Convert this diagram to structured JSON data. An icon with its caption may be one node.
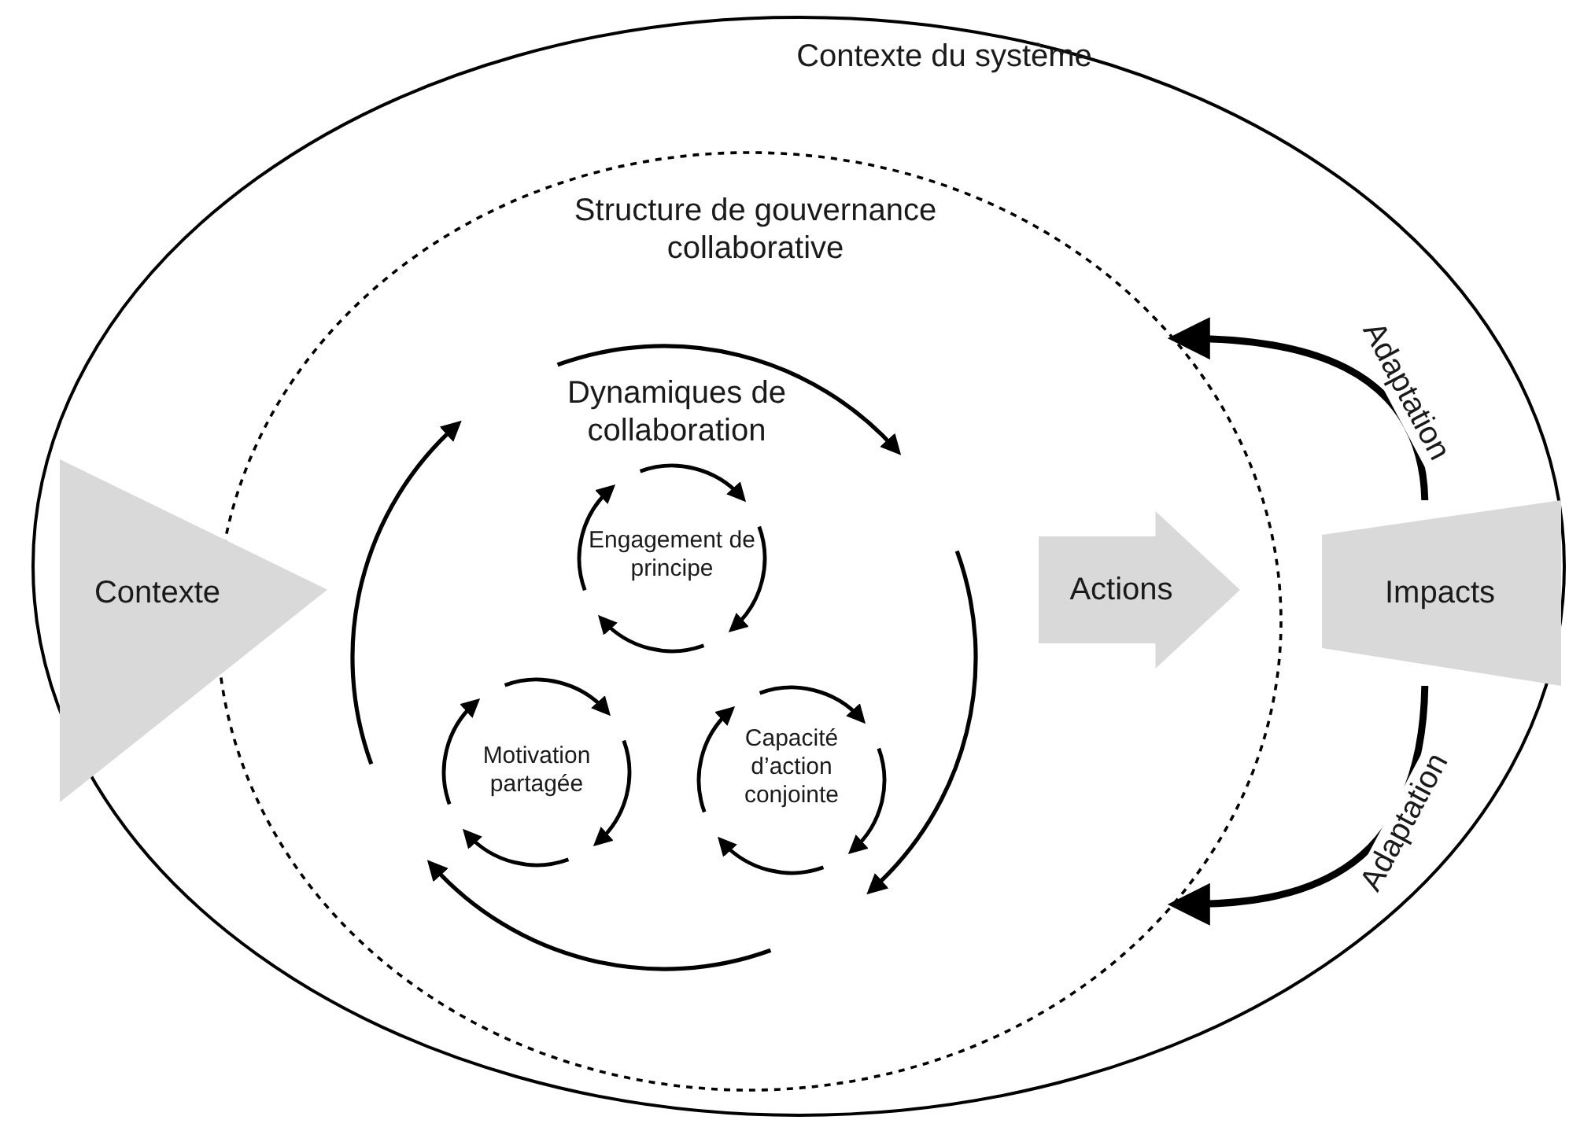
{
  "diagram": {
    "nodes": [
      {
        "text": [
          "Contexte du système"
        ]
      },
      {
        "text": [
          "Structure de gouvernance collaborative"
        ],
        "in": 0
      },
      {
        "text": [
          "Dynamiques de collaboration"
        ],
        "in": 1
      },
      {
        "text": [
          "Engagement de principe"
        ],
        "in": 2
      },
      {
        "text": [
          "Motivation partagée"
        ],
        "in": 2
      },
      {
        "text": [
          "Capacité d’action conjointe"
        ],
        "in": 2
      },
      {
        "text": [
          "Contexte"
        ],
        "in": 0
      },
      {
        "text": [
          "Actions"
        ],
        "in": 1
      },
      {
        "text": [
          "Impacts"
        ],
        "in": 0
      }
    ],
    "edges": [
      {
        "from": 8,
        "to": 1,
        "arrow": "to",
        "label": "Adaptation"
      },
      {
        "from": 8,
        "to": 1,
        "arrow": "to",
        "label": "Adaptation"
      }
    ]
  }
}
